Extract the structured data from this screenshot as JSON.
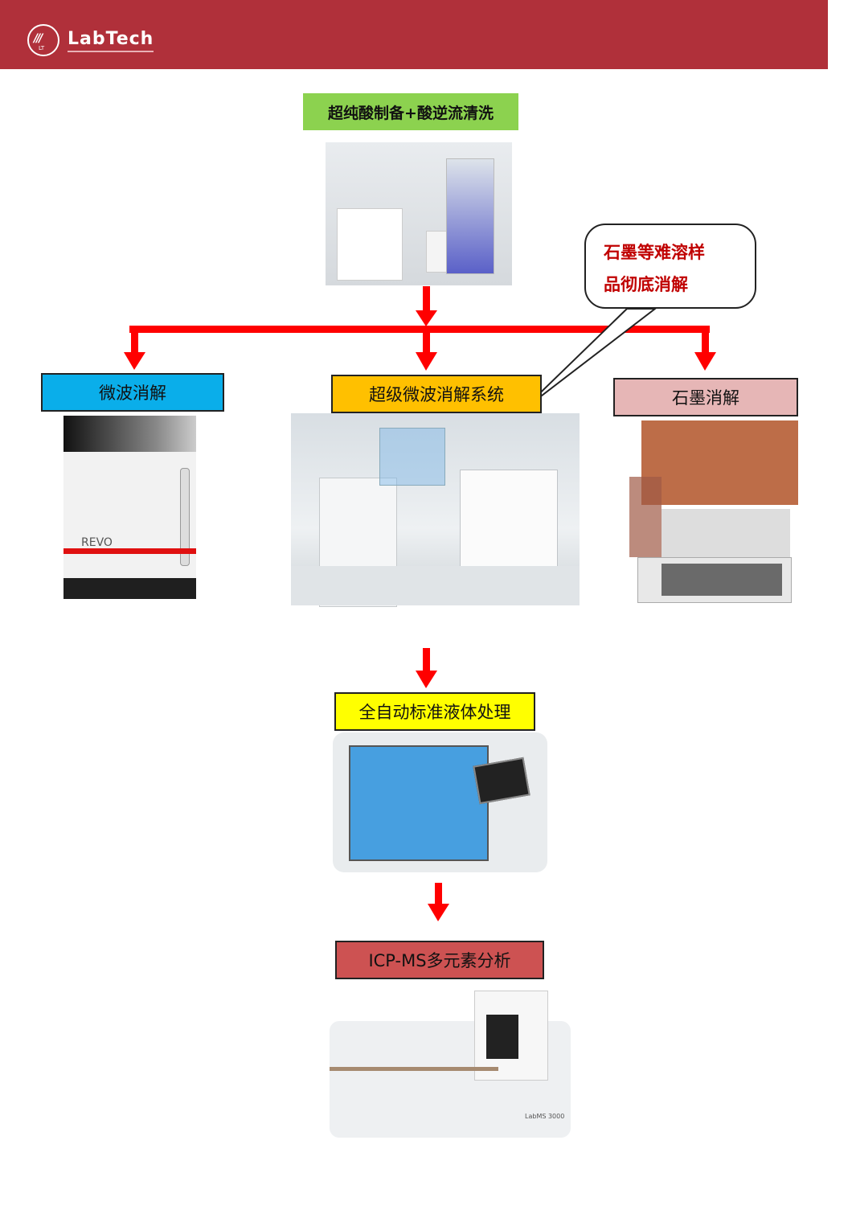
{
  "header": {
    "brand": "LabTech",
    "logo_mark": "///",
    "logo_sub": "LT",
    "color": "#b0303a"
  },
  "flow": {
    "top": {
      "label": "超纯酸制备+酸逆流清洗",
      "color": "#8cd24f"
    },
    "callout": {
      "line1": "石墨等难溶样",
      "line2": "品彻底消解",
      "color": "#c00000"
    },
    "branches": [
      {
        "label": "微波消解",
        "color": "#0aaeea",
        "image_text": "REVO"
      },
      {
        "label": "超级微波消解系统",
        "color": "#ffc000"
      },
      {
        "label": "石墨消解",
        "color": "#e6b6b6"
      }
    ],
    "auto": {
      "label": "全自动标准液体处理",
      "color": "#ffff00"
    },
    "icp": {
      "label": "ICP-MS多元素分析",
      "color": "#cd5252",
      "image_text": "LabMS 3000"
    },
    "arrow_color": "#ff0000"
  }
}
